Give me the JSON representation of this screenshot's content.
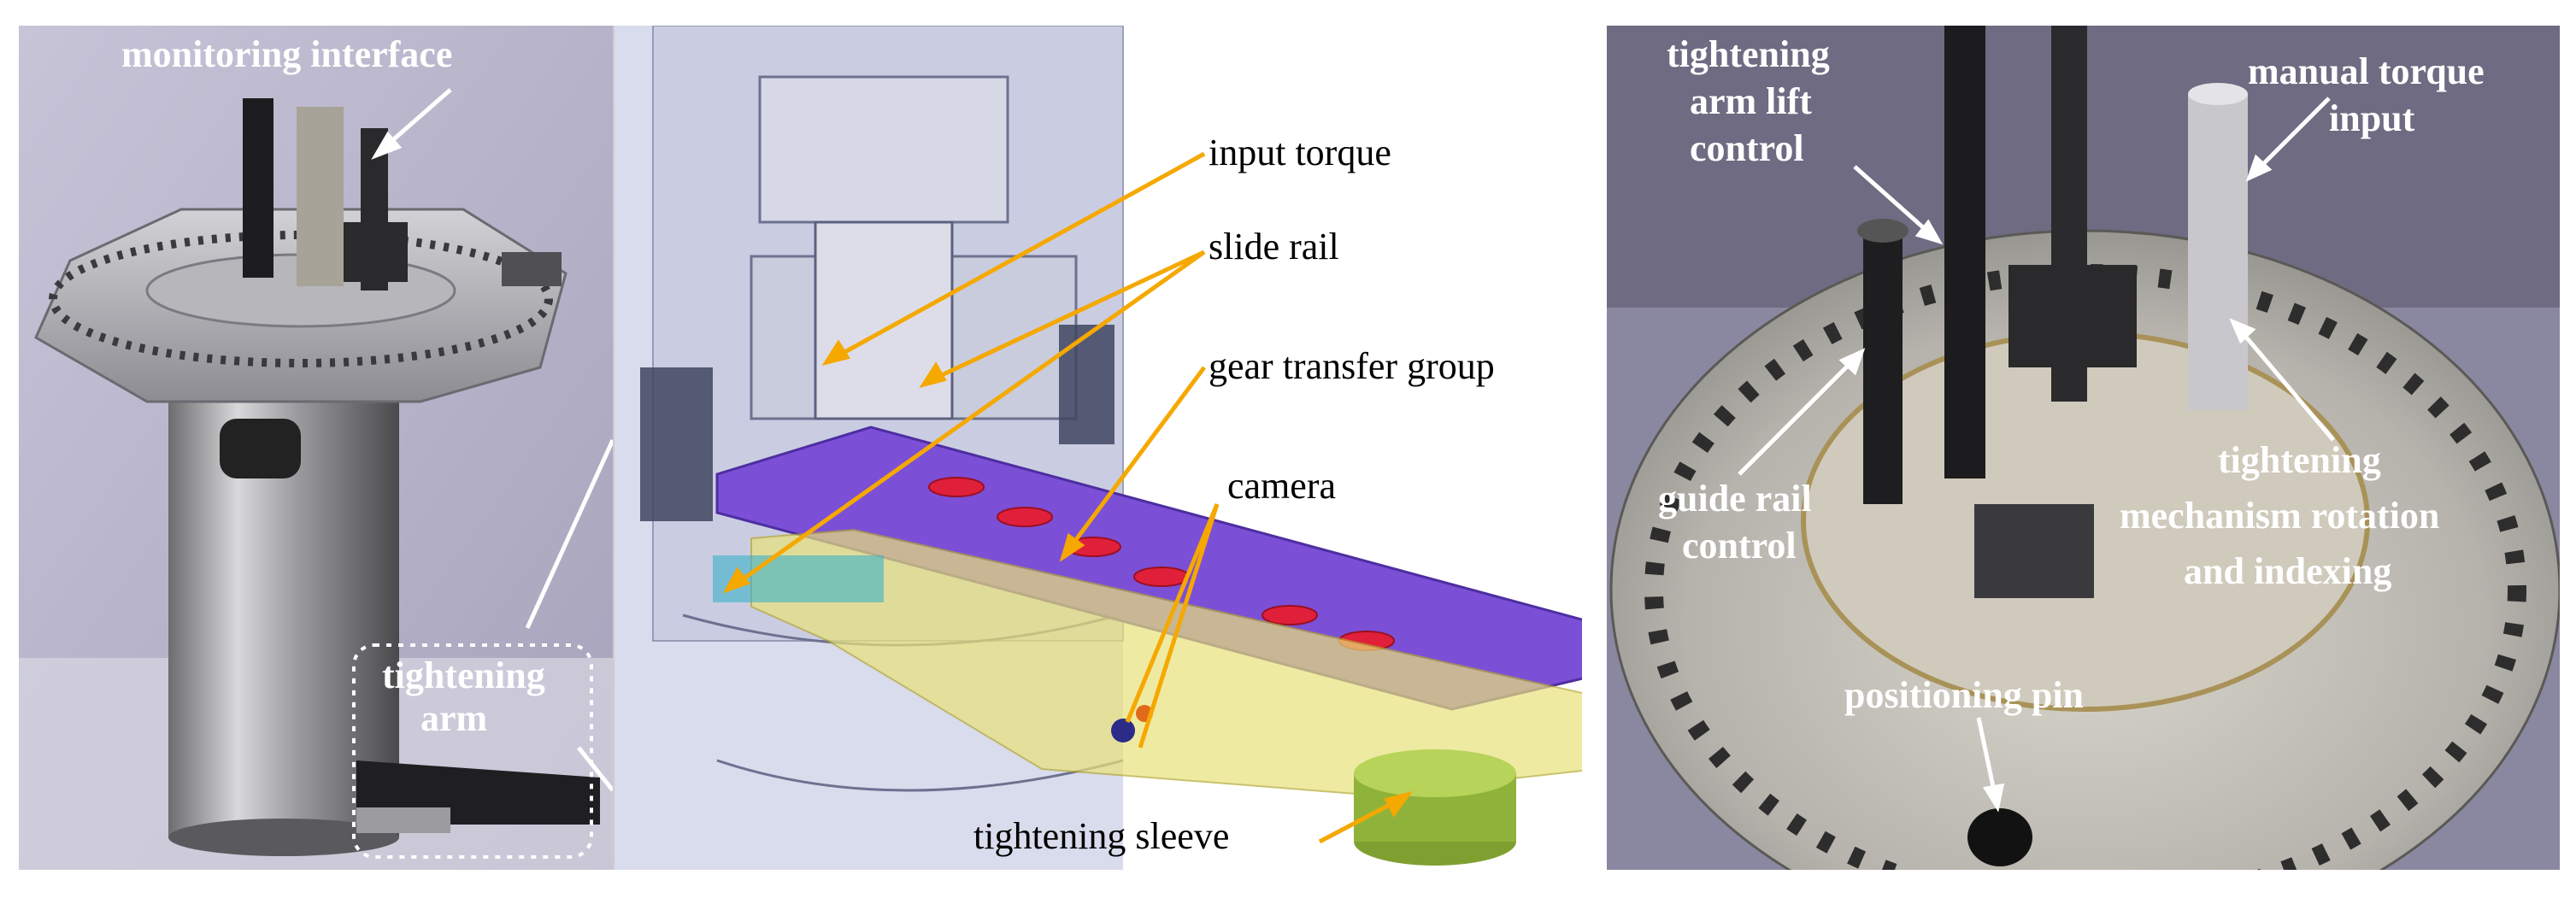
{
  "figure": {
    "left_panel": {
      "label_monitoring": "monitoring interface",
      "label_tightening_arm_line1": "tightening",
      "label_tightening_arm_line2": "arm"
    },
    "middle_panel": {
      "label_input_torque": "input torque",
      "label_slide_rail": "slide rail",
      "label_gear_transfer": "gear transfer group",
      "label_camera": "camera",
      "label_tightening_sleeve": "tightening sleeve"
    },
    "right_panel": {
      "label_lift_line1": "tightening",
      "label_lift_line2": "arm lift",
      "label_lift_line3": "control",
      "label_manual_line1": "manual torque",
      "label_manual_line2": "input",
      "label_guide_line1": "guide rail",
      "label_guide_line2": "control",
      "label_rotation_line1": "tightening",
      "label_rotation_line2": "mechanism rotation",
      "label_rotation_line3": "and indexing",
      "label_positioning": "positioning pin"
    },
    "colors": {
      "photo_background": "#b9b6cc",
      "arrow_white": "#ffffff",
      "arrow_orange": "#f5a800",
      "purple_plate": "#7b4fd6",
      "red_gear": "#e0203a",
      "yellow_housing": "#e9e27a",
      "green_sleeve": "#8fb33a"
    }
  }
}
